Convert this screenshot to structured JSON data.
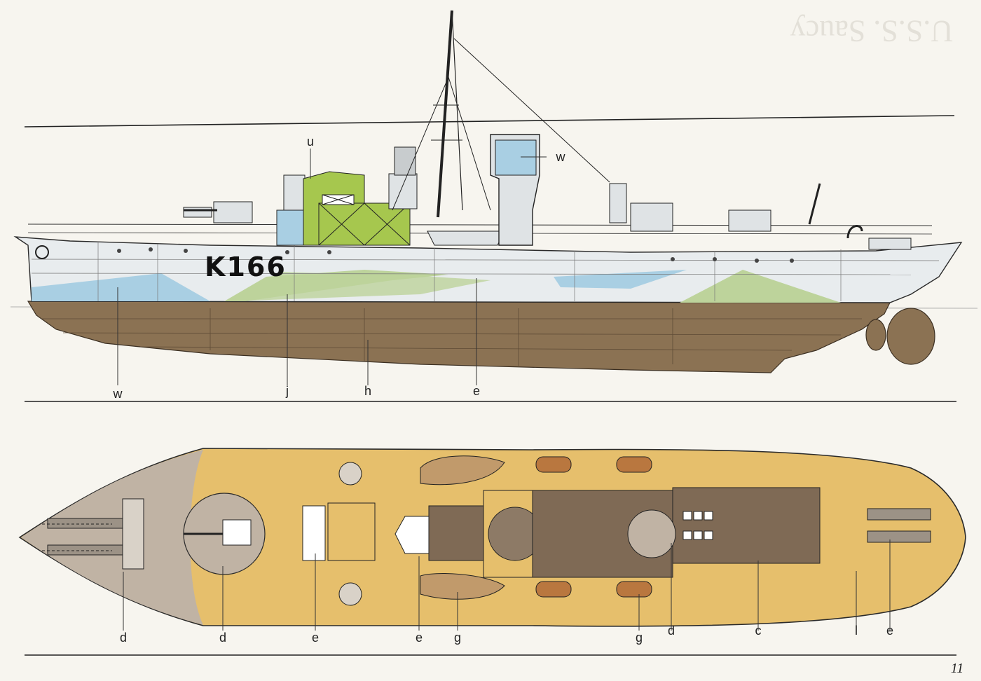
{
  "colors": {
    "background": "#f7f5ef",
    "hull_light": "#e8ecee",
    "camo_blue": "#a9cfe3",
    "camo_green": "#bdd39b",
    "underwater": "#8b7253",
    "deck_yellow": "#e6bf6c",
    "deck_grey": "#c0b3a4",
    "deck_brown": "#7f6a55",
    "lime": "#a6c74e"
  },
  "watermark_text": "U.S.S. Saucy",
  "side_view": {
    "hull_number": "K166",
    "labels_top": [
      {
        "id": "u",
        "text": "u"
      },
      {
        "id": "w2",
        "text": "w"
      }
    ],
    "labels_bottom": [
      {
        "id": "w1",
        "text": "w"
      },
      {
        "id": "j",
        "text": "j"
      },
      {
        "id": "h",
        "text": "h"
      },
      {
        "id": "e",
        "text": "e"
      }
    ]
  },
  "plan_view": {
    "labels": [
      {
        "id": "d1",
        "text": "d"
      },
      {
        "id": "d2",
        "text": "d"
      },
      {
        "id": "e1",
        "text": "e"
      },
      {
        "id": "e2",
        "text": "e"
      },
      {
        "id": "g1",
        "text": "g"
      },
      {
        "id": "g2",
        "text": "g"
      },
      {
        "id": "d3",
        "text": "d"
      },
      {
        "id": "c",
        "text": "c"
      },
      {
        "id": "l",
        "text": "l"
      },
      {
        "id": "e3",
        "text": "e"
      }
    ]
  },
  "page_number": "11"
}
